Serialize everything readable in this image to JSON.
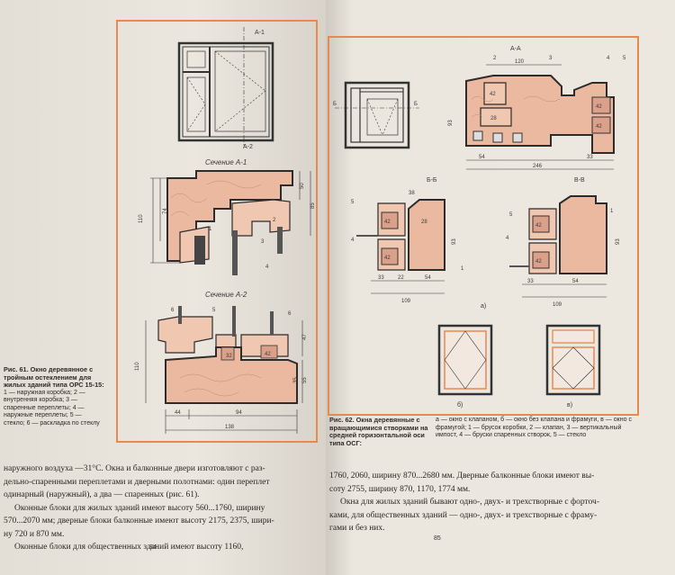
{
  "left_page": {
    "figure": {
      "title_view": "А-1",
      "title_view2": "А-2",
      "section1": "Сечение А-1",
      "section2": "Сечение А-2",
      "dims": {
        "d110": "110",
        "d74": "74",
        "d50": "50",
        "d85": "85",
        "d35": "35",
        "d55": "55",
        "d44": "44",
        "d94": "94",
        "d138": "138",
        "d32": "32",
        "d42": "42",
        "d47": "47"
      },
      "callouts": [
        "1",
        "2",
        "3",
        "4",
        "5",
        "6"
      ]
    },
    "caption": {
      "label": "Рис. 61. Окно деревянное с тройным остеклением для жилых зданий типа ОРС 15-15:",
      "legend": "1 — наружная коробка; 2 — внутренняя коробка; 3 — спаренные переплеты; 4 — наружные переплеты; 5 — стекло; 6 — раскладка по стеклу"
    },
    "body_lines": [
      "наружного воздуха —31°С. Окна и балконные двери изготовляют с раз-",
      "дельно-спаренными переплетами и дверными полотнами: один переплет",
      "одинарный (наружный), а два — спаренных (рис. 61).",
      "Оконные блоки для жилых зданий имеют высоту 560...1760, ширину",
      "570...2070 мм; дверные блоки балконные имеют высоту 2175, 2375, шири-",
      "ну 720 и 870 мм.",
      "Оконные блоки для общественных зданий имеют высоту 1160,"
    ],
    "page_number": "84"
  },
  "right_page": {
    "figure": {
      "section_aa": "А-А",
      "section_bb": "Б-Б",
      "section_vv": "В-В",
      "sub_a": "а)",
      "sub_b": "б)",
      "sub_v": "в)",
      "dims": {
        "d120": "120",
        "d93": "93",
        "d54": "54",
        "d246": "246",
        "d33": "33",
        "d22": "22",
        "d38": "38",
        "d28": "28",
        "d42": "42",
        "d109": "109"
      },
      "callouts": [
        "1",
        "2",
        "3",
        "4",
        "5"
      ]
    },
    "caption": {
      "label": "Рис. 62. Окна деревянные с вращающимися створками на средней горизонтальной оси типа ОСГ:",
      "legend": "а — окно с клапаном, б — окно без клапана и фрамуги, в — окно с фрамугой; 1 — брусок коробки, 2 — клапан, 3 — вертикальный импост, 4 — бруски спаренных створок, 5 — стекло"
    },
    "body_lines": [
      "1760, 2060, ширину 870...2680 мм. Дверные балконные блоки имеют вы-",
      "соту 2755, ширину 870, 1170, 1774 мм.",
      "Окна для жилых зданий бывают одно-, двух- и трехстворные с форточ-",
      "ками, для общественных зданий — одно-, двух- и трехстворные с фраму-",
      "гами и без них."
    ],
    "page_number": "85"
  }
}
